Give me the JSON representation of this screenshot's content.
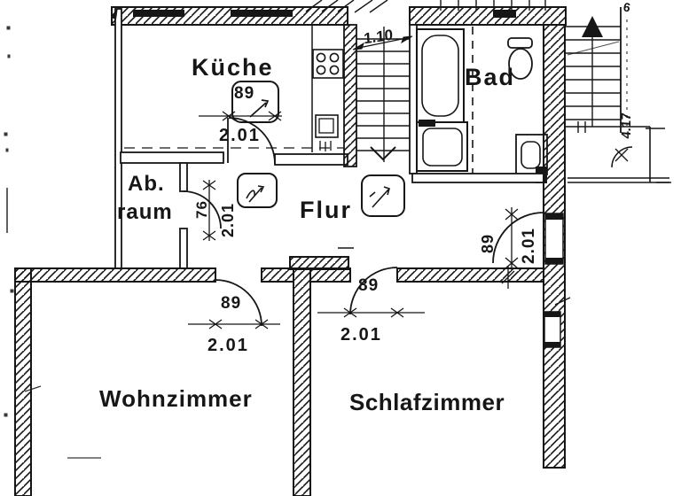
{
  "rooms": {
    "kueche": "Küche",
    "bad": "Bad",
    "abraum_line1": "Ab.",
    "abraum_line2": "raum",
    "flur": "Flur",
    "wohnzimmer": "Wohnzimmer",
    "schlafzimmer": "Schlafzimmer"
  },
  "doors": {
    "kueche": {
      "width": "89",
      "height": "2.01"
    },
    "abraum": {
      "width": "76",
      "height": "2.01"
    },
    "eingang": {
      "width": "89",
      "height": "2.01"
    },
    "wohnzimmer": {
      "width": "89",
      "height": "2.01"
    },
    "schlafzimmer": {
      "width": "89",
      "height": "2.01"
    }
  },
  "stairs": {
    "innentreppe_breite": "1.10",
    "aussentreppe_mass": "4.17"
  },
  "annotations": {
    "handwritten_note": "6"
  },
  "colors": {
    "ink": "#161616",
    "paper": "#ffffff"
  }
}
